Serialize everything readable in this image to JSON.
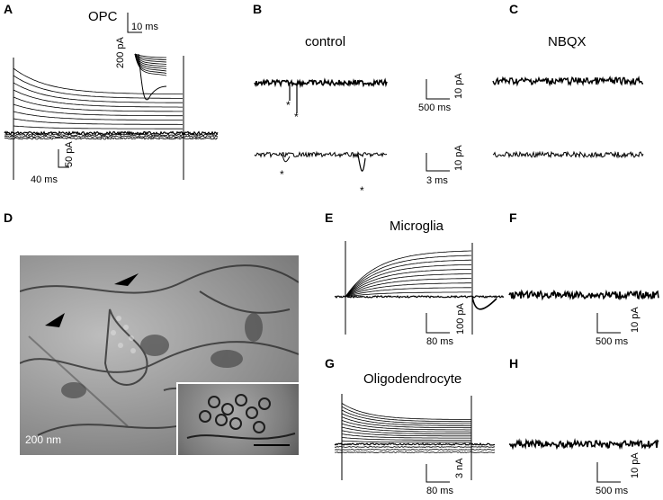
{
  "panels": {
    "A": {
      "letter": "A",
      "title": "OPC",
      "inset_time": "10 ms",
      "inset_current": "200 pA",
      "scale_time": "40 ms",
      "scale_current": "50 pA"
    },
    "B": {
      "letter": "B",
      "title": "control",
      "scale1_time": "500 ms",
      "scale1_current": "10 pA",
      "scale2_time": "3 ms",
      "scale2_current": "10 pA",
      "asterisk": "*"
    },
    "C": {
      "letter": "C",
      "title": "NBQX"
    },
    "D": {
      "letter": "D",
      "scale_label": "200 nm"
    },
    "E": {
      "letter": "E",
      "title": "Microglia",
      "scale_time": "80 ms",
      "scale_current": "100 pA"
    },
    "F": {
      "letter": "F",
      "scale_time": "500 ms",
      "scale_current": "10 pA"
    },
    "G": {
      "letter": "G",
      "title": "Oligodendrocyte",
      "scale_time": "80 ms",
      "scale_current": "3 nA"
    },
    "H": {
      "letter": "H",
      "scale_time": "500 ms",
      "scale_current": "10 pA"
    }
  }
}
